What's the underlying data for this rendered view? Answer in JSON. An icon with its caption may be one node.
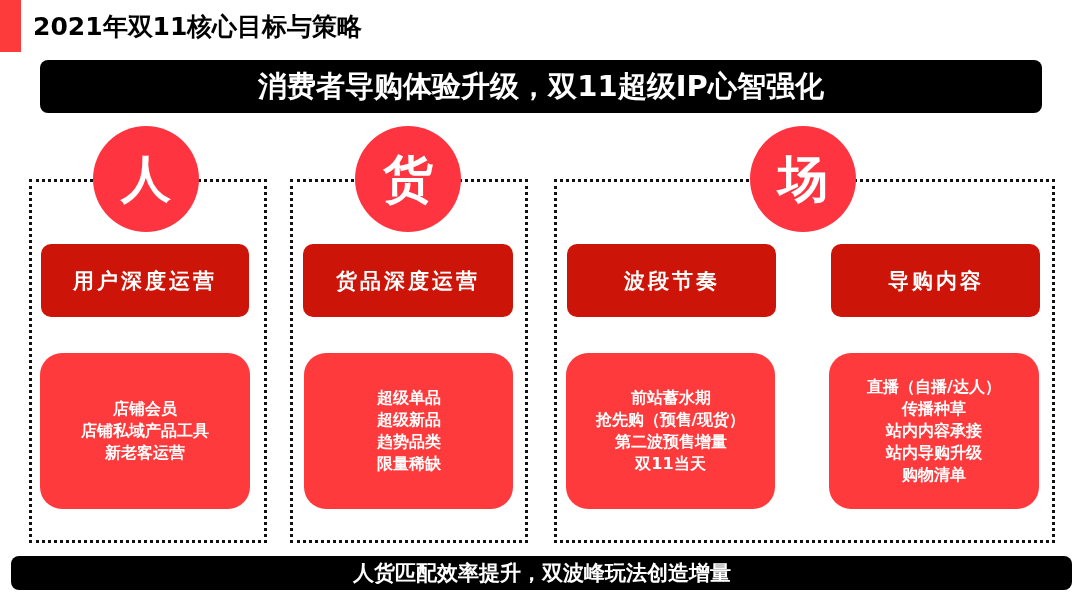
{
  "diagram": {
    "title": "2021年双11核心目标与策略",
    "nodes": [
      {
        "text": [
          "消费者导购体验升级，双11超级IP心智强化"
        ]
      },
      {
        "text": [],
        "shape": "box"
      },
      {
        "text": [
          "人"
        ]
      },
      {
        "text": [
          "用户深度运营"
        ],
        "in": 1
      },
      {
        "text": [
          "店铺会员",
          "店铺私域产品工具",
          "新老客运营"
        ],
        "in": 1
      },
      {
        "text": [],
        "shape": "box"
      },
      {
        "text": [
          "货"
        ]
      },
      {
        "text": [
          "货品深度运营"
        ],
        "in": 5
      },
      {
        "text": [
          "超级单品",
          "超级新品",
          "趋势品类",
          "限量稀缺"
        ],
        "in": 5
      },
      {
        "text": [],
        "shape": "box"
      },
      {
        "text": [
          "场"
        ]
      },
      {
        "text": [
          "波段节奏"
        ],
        "in": 9
      },
      {
        "text": [
          "导购内容"
        ],
        "in": 9
      },
      {
        "text": [
          "前站蓄水期",
          "抢先购（预售/现货）",
          "第二波预售增量",
          "双11当天"
        ],
        "in": 9
      },
      {
        "text": [
          "直播（自播/达人）",
          "传播种草",
          "站内内容承接",
          "站内导购升级",
          "购物清单"
        ],
        "in": 9
      },
      {
        "text": [
          "人货匹配效率提升，双波峰玩法创造增量"
        ]
      }
    ]
  }
}
